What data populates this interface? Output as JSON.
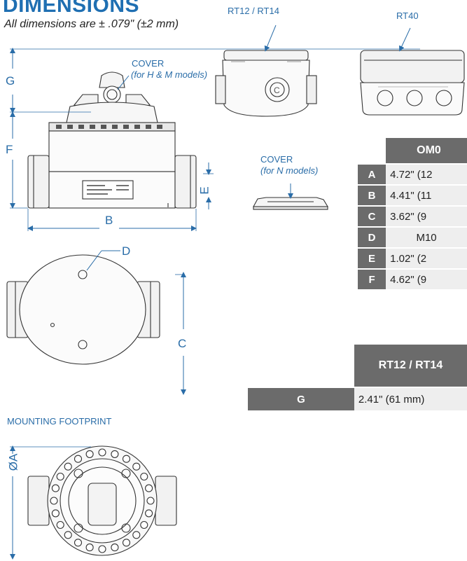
{
  "header": {
    "title": "DIMENSIONS",
    "subtitle": "All dimensions are ± .079\" (±2 mm)"
  },
  "labels": {
    "rt12_rt14": "RT12 / RT14",
    "rt40": "RT40",
    "cover_hm": "COVER",
    "cover_hm_sub": "(for H & M models)",
    "cover_n": "COVER",
    "cover_n_sub": "(for N models)",
    "mounting_footprint": "MOUNTING FOOTPRINT",
    "dim_g": "G",
    "dim_f": "F",
    "dim_b": "B",
    "dim_e": "E",
    "dim_d": "D",
    "dim_c": "C",
    "dim_a": "ØA"
  },
  "table_main": {
    "header": "OM0",
    "rows": [
      {
        "key": "A",
        "value": "4.72\" (12"
      },
      {
        "key": "B",
        "value": "4.41\" (11"
      },
      {
        "key": "C",
        "value": "3.62\" (9"
      },
      {
        "key": "D",
        "value": "M10"
      },
      {
        "key": "E",
        "value": "1.02\" (2"
      },
      {
        "key": "F",
        "value": "4.62\" (9"
      }
    ]
  },
  "table_g": {
    "header": "RT12 / RT14",
    "row_key": "G",
    "row_value": "2.41\" (61 mm)"
  },
  "colors": {
    "accent": "#1f6fb2",
    "line": "#2a6da8",
    "header_bg": "#6b6b6b",
    "cell_bg": "#eeeeee"
  }
}
